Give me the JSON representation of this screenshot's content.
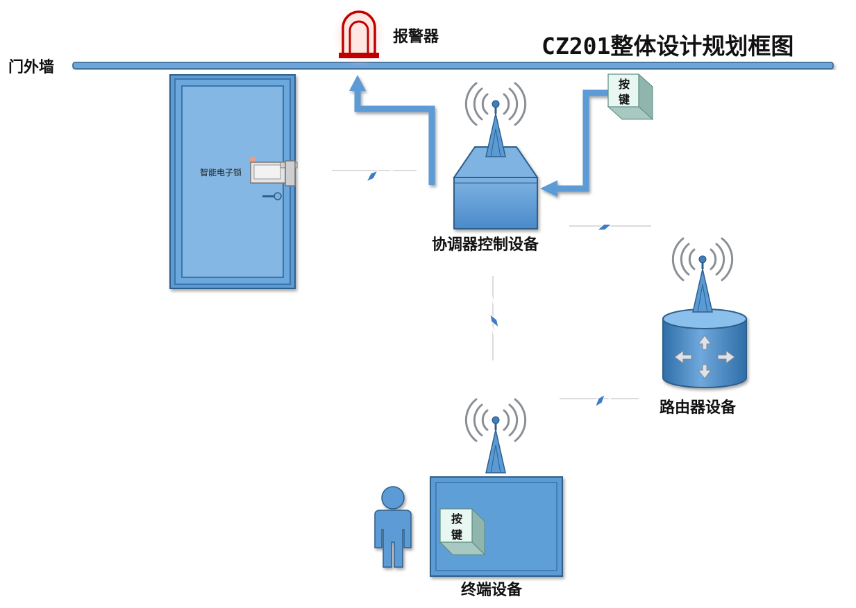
{
  "diagram": {
    "title": "CZ201整体设计规划框图",
    "wall_label": "门外墙",
    "alarm_label": "报警器",
    "lock_label": "智能电子锁",
    "coordinator_label": "协调器控制设备",
    "router_label": "路由器设备",
    "terminal_label": "终端设备",
    "key_top": "按",
    "key_bottom": "键"
  },
  "colors": {
    "device_blue": "#5b9bd5",
    "device_dark": "#2e5f8a",
    "alarm_red": "#c00000",
    "key_face": "#e9f7f3",
    "key_side": "#8fb5ad"
  },
  "icons": [
    "alarm-icon",
    "antenna-icon",
    "wireless-signal-icon",
    "lightning-link-icon",
    "person-icon",
    "router-arrows-icon",
    "door-icon",
    "lock-icon"
  ]
}
